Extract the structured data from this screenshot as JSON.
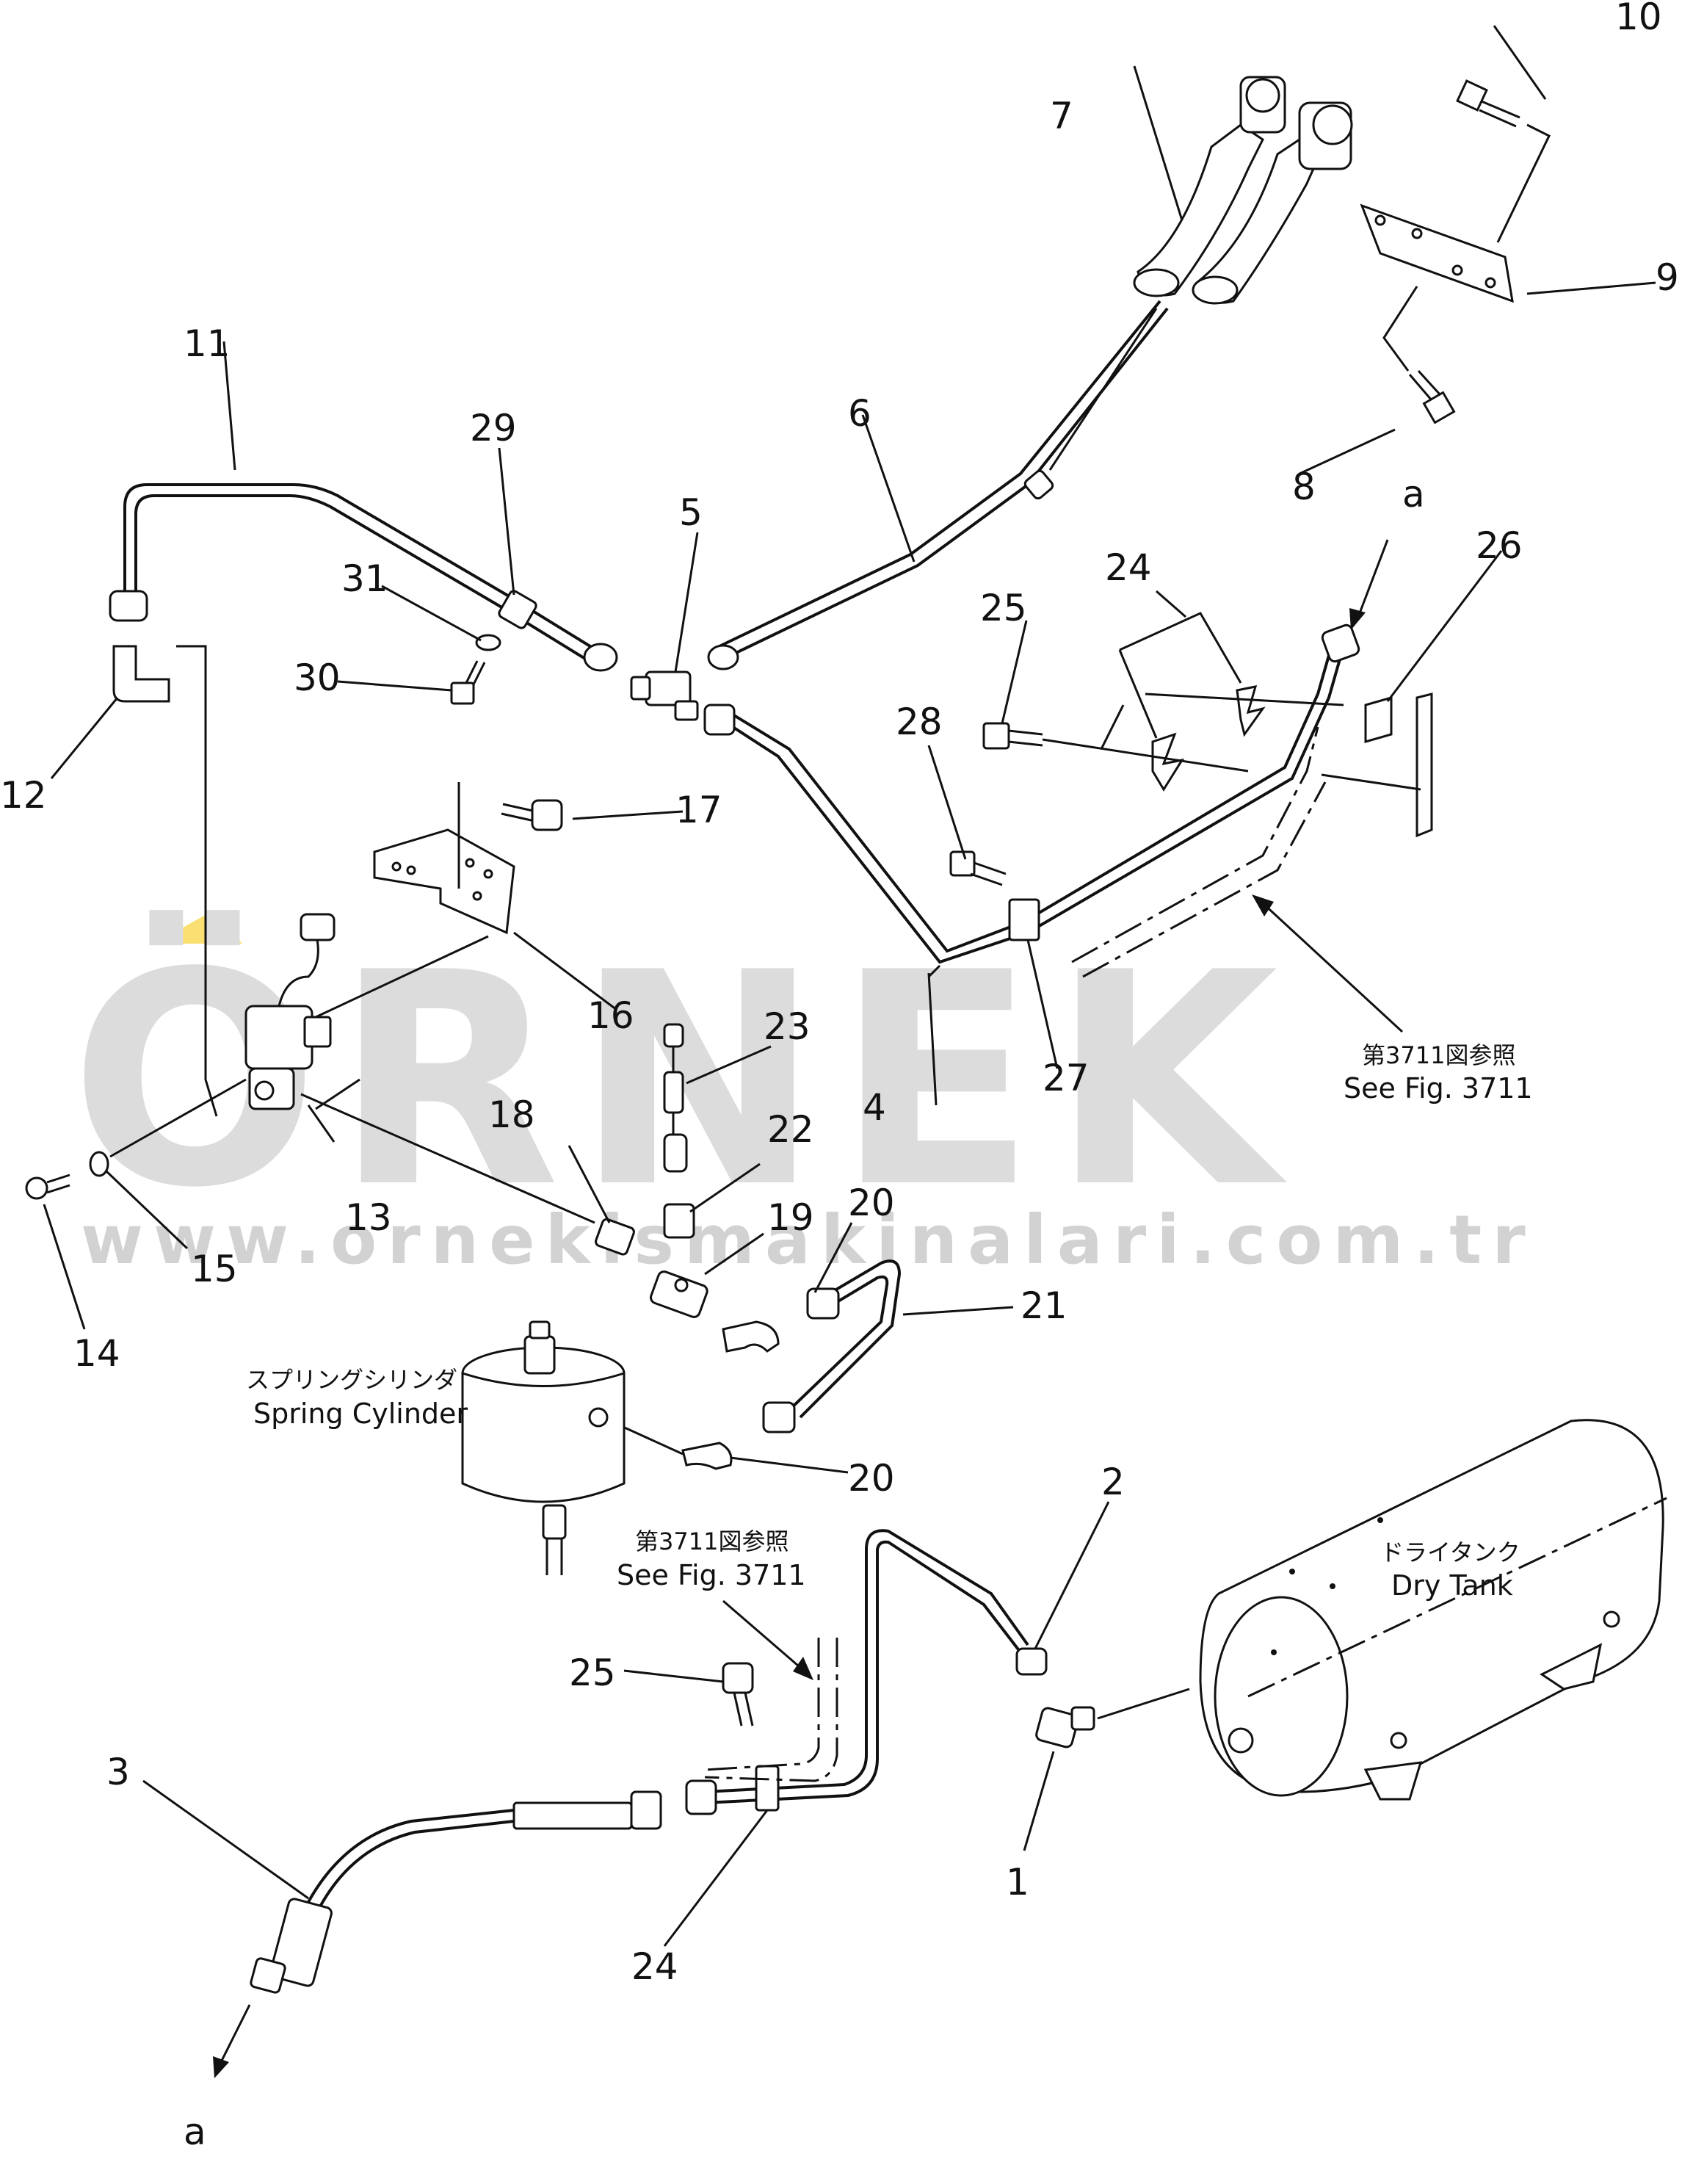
{
  "watermark": {
    "brand": "ÖRNEK",
    "url": "www.ornekismakinalari.com.tr",
    "accent_color": "#f5c400"
  },
  "callouts": [
    "1",
    "2",
    "3",
    "4",
    "5",
    "6",
    "7",
    "8",
    "9",
    "10",
    "11",
    "12",
    "13",
    "14",
    "15",
    "16",
    "17",
    "18",
    "19",
    "20",
    "20",
    "21",
    "22",
    "23",
    "24",
    "24",
    "25",
    "25",
    "26",
    "27",
    "28",
    "29",
    "30",
    "31"
  ],
  "references": {
    "a_top": "a",
    "a_bottom": "a",
    "see_fig_right_jp": "第3711図参照",
    "see_fig_right": "See Fig. 3711",
    "see_fig_lower_jp": "第3711図参照",
    "see_fig_lower": "See Fig. 3711"
  },
  "components": {
    "spring_cylinder_jp": "スプリングシリンダ",
    "spring_cylinder": "Spring Cylinder",
    "dry_tank_jp": "ドライタンク",
    "dry_tank": "Dry Tank"
  }
}
